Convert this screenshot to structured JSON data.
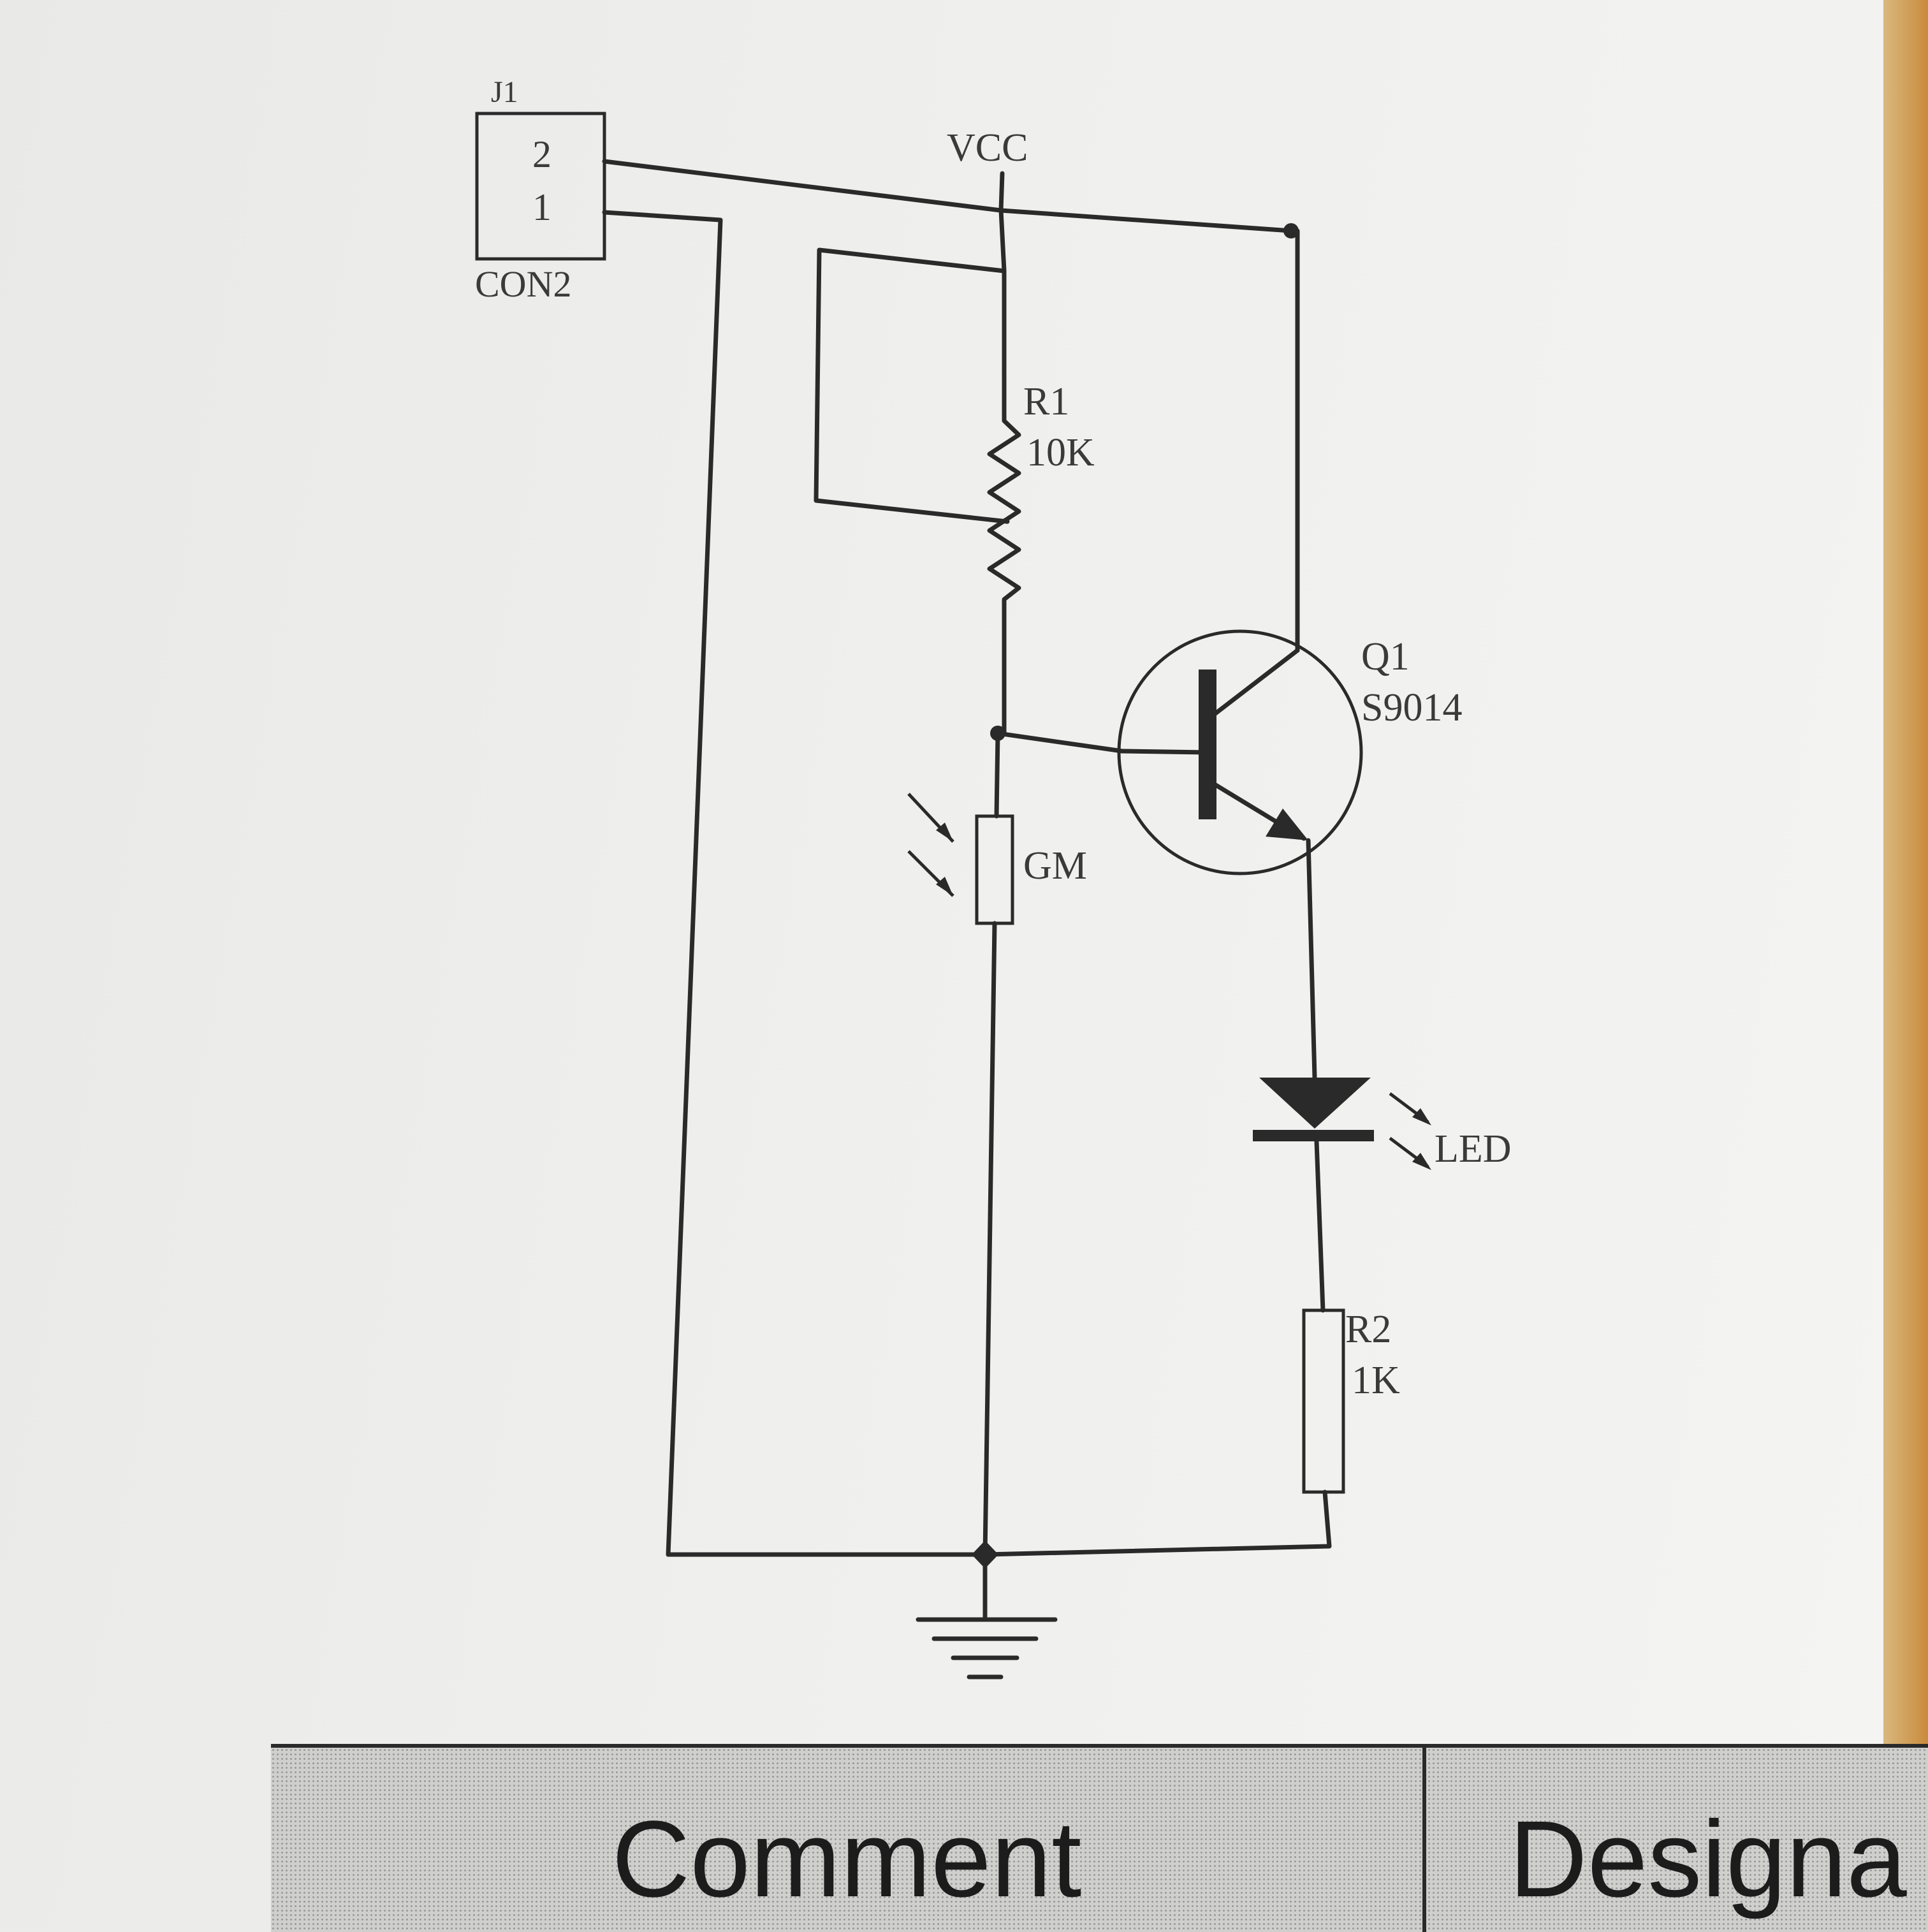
{
  "connector": {
    "ref": "J1",
    "type": "CON2",
    "pin_top": "2",
    "pin_bottom": "1"
  },
  "power": {
    "label": "VCC"
  },
  "r1": {
    "ref": "R1",
    "value": "10K"
  },
  "q1": {
    "ref": "Q1",
    "part": "S9014"
  },
  "gm": {
    "label": "GM"
  },
  "led": {
    "label": "LED"
  },
  "r2": {
    "ref": "R2",
    "value": "1K"
  },
  "table": {
    "col1": "Comment",
    "col2": "Designa"
  }
}
